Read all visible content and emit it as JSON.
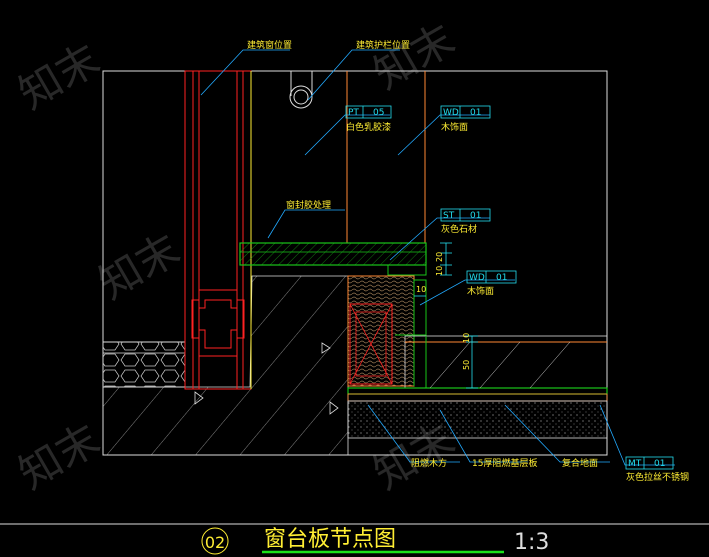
{
  "callouts": {
    "window_frame": "建筑窗位置",
    "guardrail": "建筑护栏位置",
    "pt_code": "PT",
    "pt_num": "05",
    "pt_desc": "白色乳胶漆",
    "wd1_code": "WD",
    "wd1_num": "01",
    "wd1_desc": "木饰面",
    "sealant": "窗封胶处理",
    "st_code": "ST",
    "st_num": "01",
    "st_desc": "灰色石材",
    "wd2_code": "WD",
    "wd2_num": "01",
    "wd2_desc": "木饰面",
    "mt_code": "MT",
    "mt_num": "01",
    "mt_desc": "灰色拉丝不锈钢",
    "timber": "阻燃木方",
    "plywood": "15厚阻燃基层板",
    "floor": "复合地面"
  },
  "dimensions": {
    "d20": "20",
    "d10a": "10",
    "d10b": "10",
    "d10c": "10",
    "d50": "50"
  },
  "title": {
    "number": "02",
    "name": "窗台板节点图",
    "scale": "1:3"
  },
  "watermark": "知末"
}
